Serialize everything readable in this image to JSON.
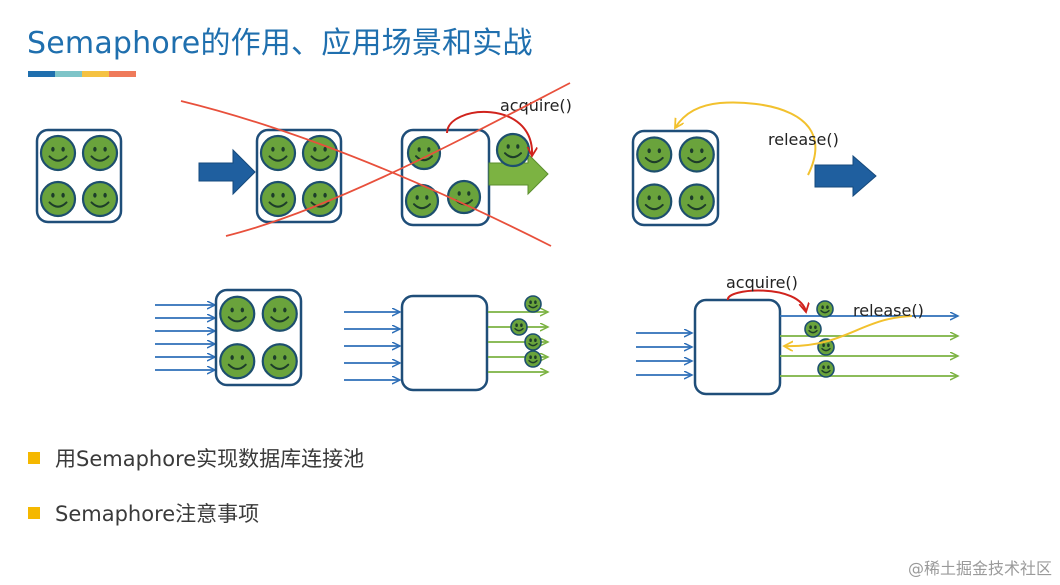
{
  "title": "Semaphore的作用、应用场景和实战",
  "title_bar_colors": [
    "#1f6fae",
    "#7ec4c8",
    "#f5c242",
    "#ef7a5a"
  ],
  "labels": {
    "acquire_top": "acquire()",
    "release_top": "release()",
    "acquire_bottom": "acquire()",
    "release_bottom": "release()"
  },
  "bullets": [
    "用Semaphore实现数据库连接池",
    "Semaphore注意事项"
  ],
  "watermark": "@稀土掘金技术社区",
  "icons": {
    "token": "smiley-face-icon",
    "flow": "arrow-icon"
  },
  "colors": {
    "box_border": "#1f4e79",
    "face_fill": "#6aa33c",
    "face_stroke": "#1d4f6e",
    "big_arrow": "#1f5f9f",
    "green_arrow": "#7cb342",
    "blue_line": "#2e6fb8",
    "acquire_arrow": "#d0231d",
    "release_arrow": "#f2c12e",
    "cross": "#e8503c"
  }
}
